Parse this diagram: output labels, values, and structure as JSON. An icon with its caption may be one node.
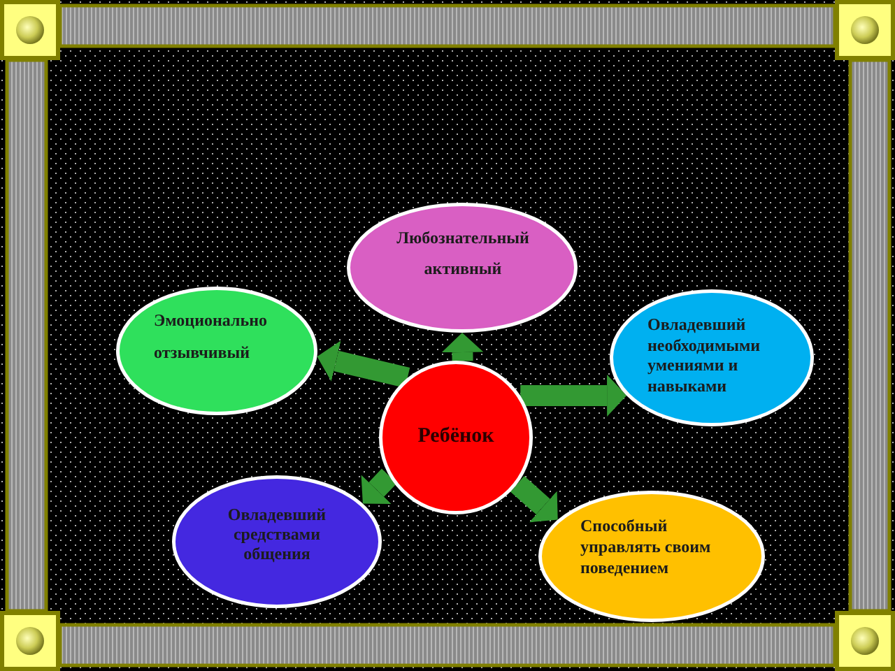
{
  "diagram": {
    "nodes": [
      {
        "text": [
          "Ребёнок"
        ]
      },
      {
        "text": [
          "Любознательный активный"
        ]
      },
      {
        "text": [
          "Эмоционально отзывчивый"
        ]
      },
      {
        "text": [
          "Овладевший необходимыми умениями и навыками"
        ]
      },
      {
        "text": [
          "Овладевший средствами общения"
        ]
      },
      {
        "text": [
          "Способный управлять своим поведением"
        ]
      }
    ],
    "edges": [
      {
        "from": 0,
        "to": 1,
        "arrow": "to"
      },
      {
        "from": 0,
        "to": 2,
        "arrow": "to"
      },
      {
        "from": 0,
        "to": 3,
        "arrow": "to"
      },
      {
        "from": 0,
        "to": 4,
        "arrow": "to"
      },
      {
        "from": 0,
        "to": 5,
        "arrow": "to"
      }
    ]
  }
}
